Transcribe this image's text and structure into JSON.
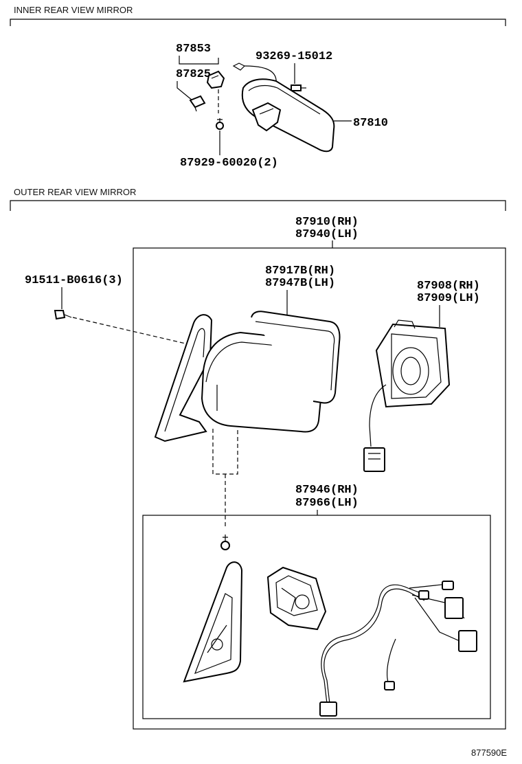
{
  "sections": {
    "inner_title": "INNER REAR VIEW MIRROR",
    "outer_title": "OUTER REAR VIEW MIRROR"
  },
  "inner_parts": {
    "p87853": "87853",
    "p87825": "87825",
    "p93269": "93269-15012",
    "p87810": "87810",
    "p87929": "87929-60020(2)"
  },
  "outer_parts": {
    "assy_rh": "87910(RH)",
    "assy_lh": "87940(LH)",
    "screw": "91511-B0616(3)",
    "glass_rh": "87917B(RH)",
    "glass_lh": "87947B(LH)",
    "motor_rh": "87908(RH)",
    "motor_lh": "87909(LH)",
    "base_rh": "87946(RH)",
    "base_lh": "87966(LH)"
  },
  "figure_ref": "877590E"
}
